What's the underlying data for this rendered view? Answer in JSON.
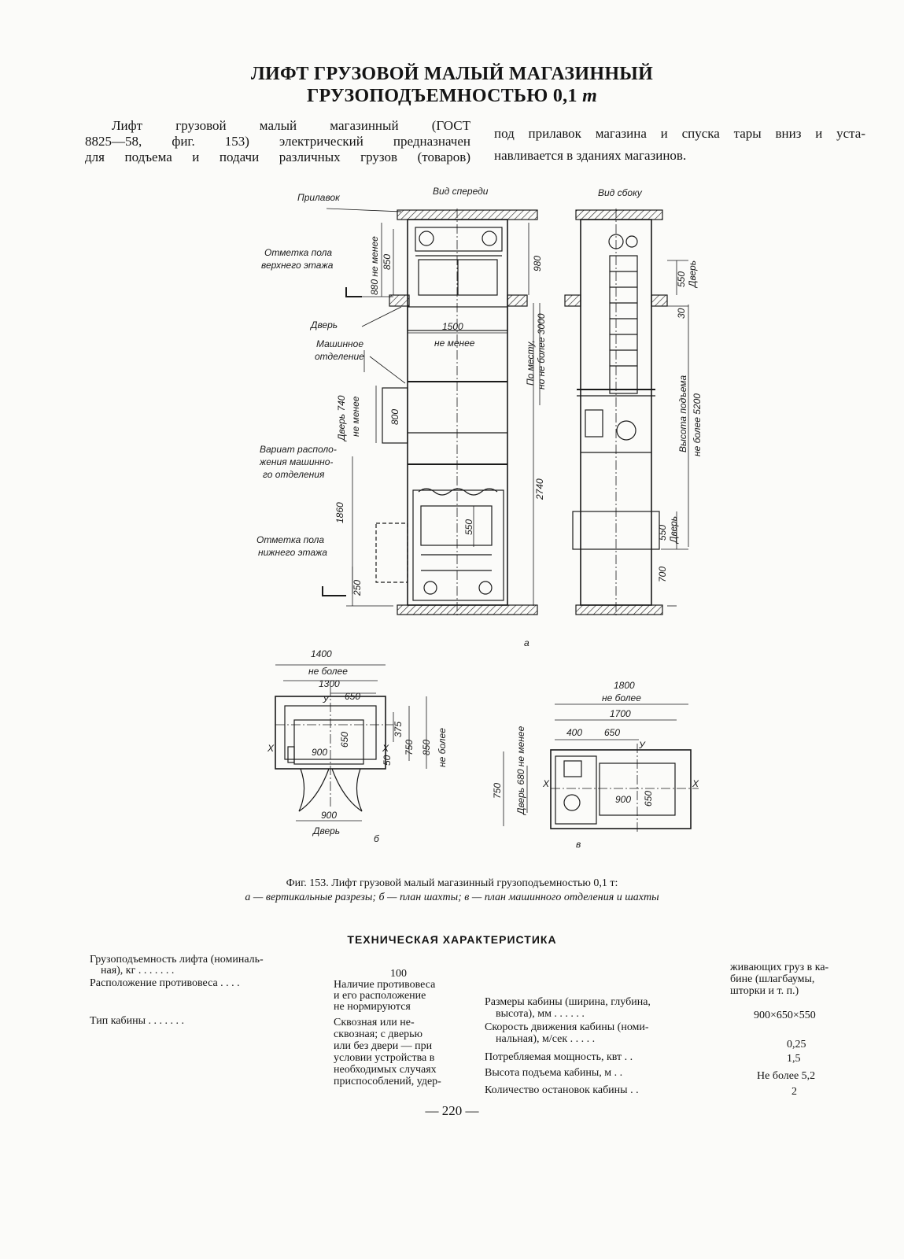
{
  "title": {
    "line1": "ЛИФТ ГРУЗОВОЙ МАЛЫЙ МАГАЗИННЫЙ",
    "line2_text": "ГРУЗОПОДЪЕМНОСТЬЮ 0,1",
    "line2_unit": "т"
  },
  "intro": {
    "left": [
      "Лифт грузовой малый магазинный (ГОСТ",
      "8825—58, фиг. 153) электрический предназначен",
      "для подъема и подачи различных грузов (товаров)"
    ],
    "right": [
      "под прилавок магазина и спуска тары вниз и уста-",
      "навливается в зданиях магазинов."
    ]
  },
  "figure": {
    "label_front": "Вид спереди",
    "label_side": "Вид сбоку",
    "counter": "Прилавок",
    "upper_floor_1": "Отметка пола",
    "upper_floor_2": "верхнего этажа",
    "door": "Дверь",
    "machine_room_1": "Машинное",
    "machine_room_2": "отделение",
    "variant_1": "Вариат располо-",
    "variant_2": "жения машинно-",
    "variant_3": "го отделения",
    "lower_floor_1": "Отметка пола",
    "lower_floor_2": "нижнего этажа",
    "dim_880": "880 не менее",
    "dim_850": "850",
    "dim_980": "980",
    "dim_1500": "1500",
    "not_less": "не менее",
    "room_height_1": "По месту,",
    "room_height_2": "но не более 3000",
    "door_740": "Дверь 740",
    "dim_800": "800",
    "dim_1860": "1860",
    "dim_2740": "2740",
    "dim_550": "550",
    "dim_250": "250",
    "dim_30": "30",
    "dim_700": "700",
    "lift_height_1": "Высота подъема",
    "lift_height_2": "не более 5200",
    "sub_a": "а",
    "plan_1400": "1400",
    "not_more": "не более",
    "plan_1300": "1300",
    "plan_650": "650",
    "plan_375": "375",
    "plan_750": "750",
    "plan_850": "850",
    "plan_900": "900",
    "plan_50": "50",
    "axis_x": "X",
    "axis_y": "У",
    "sub_b": "б",
    "door_label": "Дверь",
    "mr_1800": "1800",
    "mr_1700": "1700",
    "mr_400": "400",
    "door_680": "Дверь 680 не менее",
    "sub_v": "в"
  },
  "caption": {
    "line1": "Фиг. 153. Лифт грузовой малый магазинный грузоподъемностью 0,1 т:",
    "line2": "а — вертикальные разрезы; б — план шахты; в — план машинного отделения и шахты"
  },
  "specs": {
    "title": "ТЕХНИЧЕСКАЯ ХАРАКТЕРИСТИКА",
    "capacity_l1": "Грузоподъемность лифта (номиналь-",
    "capacity_l2": "ная), кг . . . . . . .",
    "capacity_v": "100",
    "counterweight_l": "Расположение противовеса . . . .",
    "counterweight_v1": "Наличие противовеса",
    "counterweight_v2": "и его расположение",
    "counterweight_v3": "не нормируются",
    "cabin_type_l": "Тип кабины . . . . . . .",
    "cabin_type_v": [
      "Сквозная или не-",
      "сквозная; с дверью",
      "или без двери — при",
      "условии устройства в",
      "необходимых случаях",
      "приспособлений, удер-"
    ],
    "cabin_type_v_cont": [
      "живающих груз в ка-",
      "бине (шлагбаумы,",
      "шторки и т. п.)"
    ],
    "size_l1": "Размеры кабины (ширина, глубина,",
    "size_l2": "высота), мм . . . . . .",
    "size_v": "900×650×550",
    "speed_l1": "Скорость движения кабины (номи-",
    "speed_l2": "нальная), м/сек . . . . .",
    "speed_v": "0,25",
    "power_l": "Потребляемая мощность, квт . .",
    "power_v": "1,5",
    "height_l": "Высота подъема кабины, м . .",
    "height_v": "Не более 5,2",
    "stops_l": "Количество остановок кабины . .",
    "stops_v": "2"
  },
  "page_number": "— 220 —"
}
